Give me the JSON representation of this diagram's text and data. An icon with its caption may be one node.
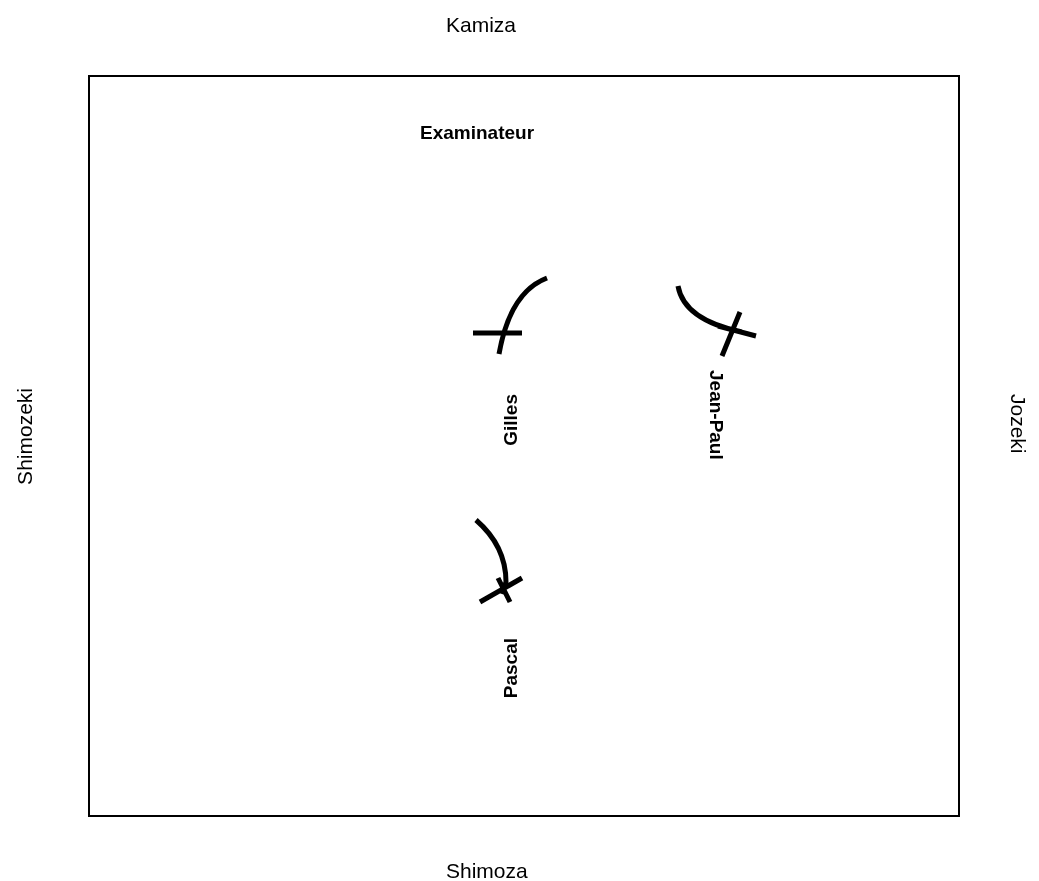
{
  "diagram": {
    "nodes": [
      {
        "text": [
          "Examinateur",
          "Gilles",
          "Jean-Paul",
          "Pascal"
        ]
      }
    ],
    "edges": [],
    "labels": [
      "Kamiza",
      "Shimozeki",
      "Jozeki",
      "Shimoza"
    ]
  }
}
